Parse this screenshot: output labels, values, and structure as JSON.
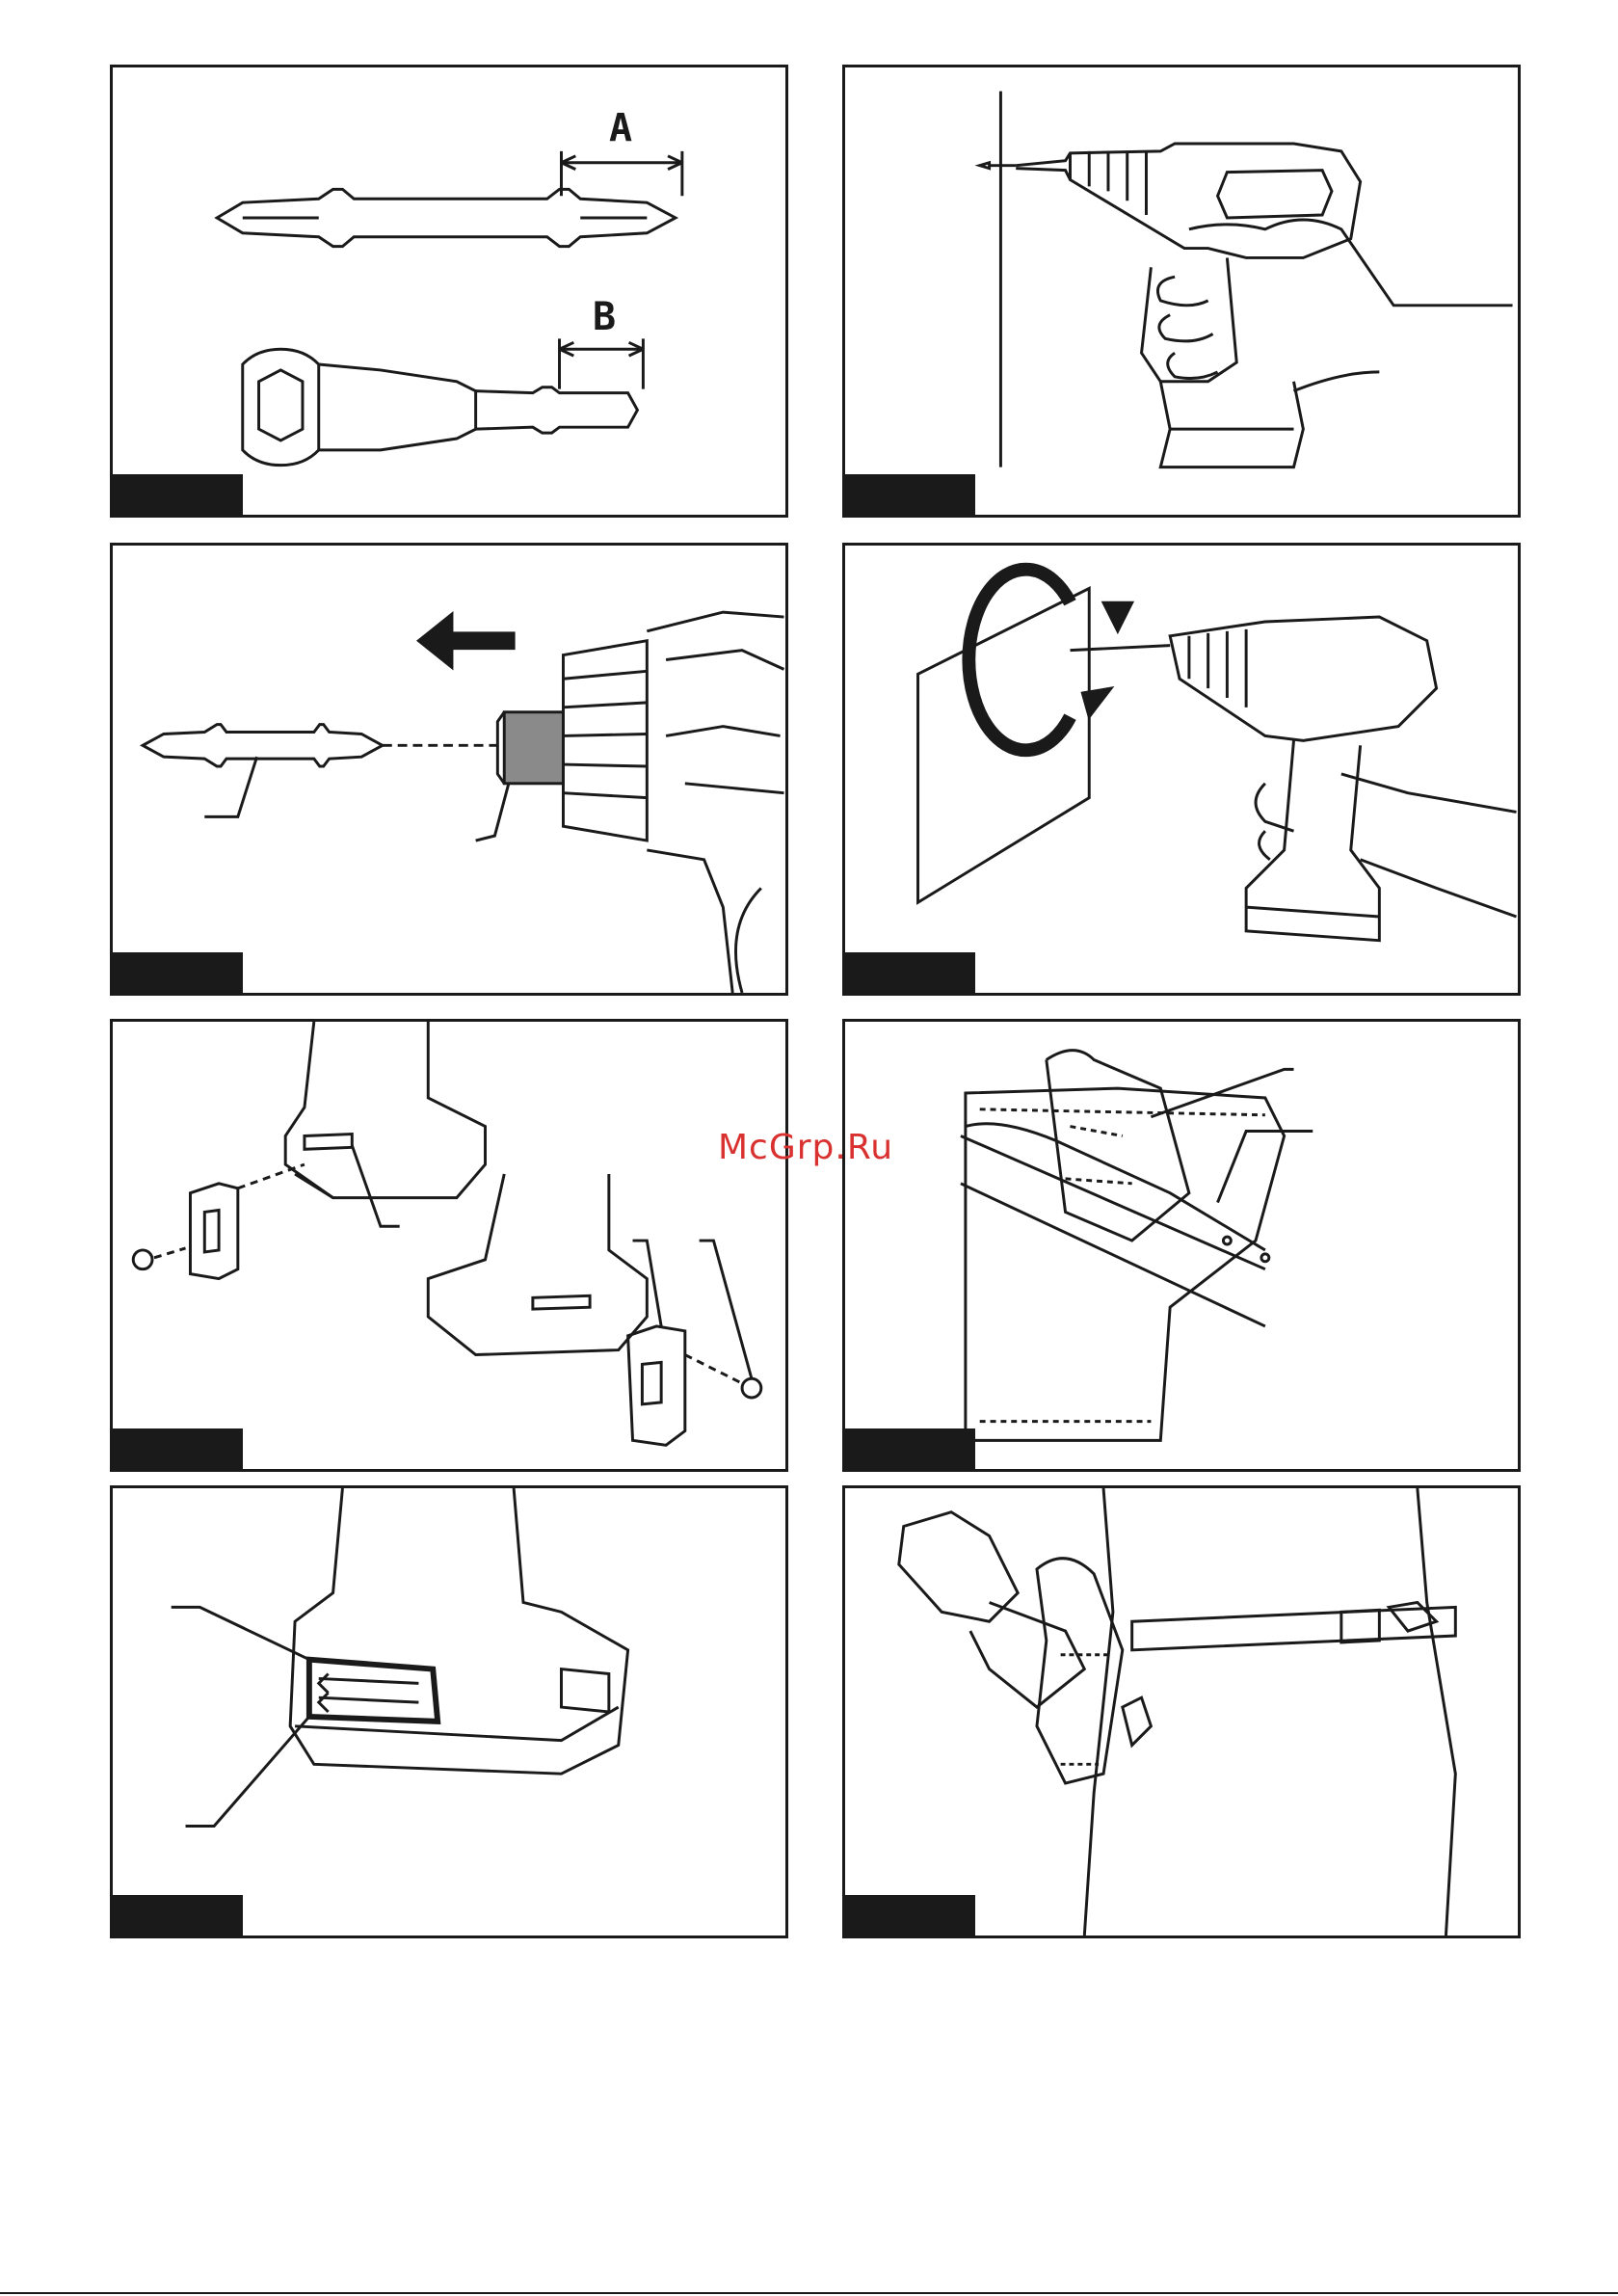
{
  "figures": {
    "fig1": {
      "label_a": "A",
      "label_b": "B"
    }
  },
  "watermark": {
    "text": "McGrp.Ru",
    "color": "#d9312f"
  },
  "colors": {
    "line": "#1a1a1a",
    "shade": "#8a8a8a",
    "skin_fill": "#ffffff"
  }
}
